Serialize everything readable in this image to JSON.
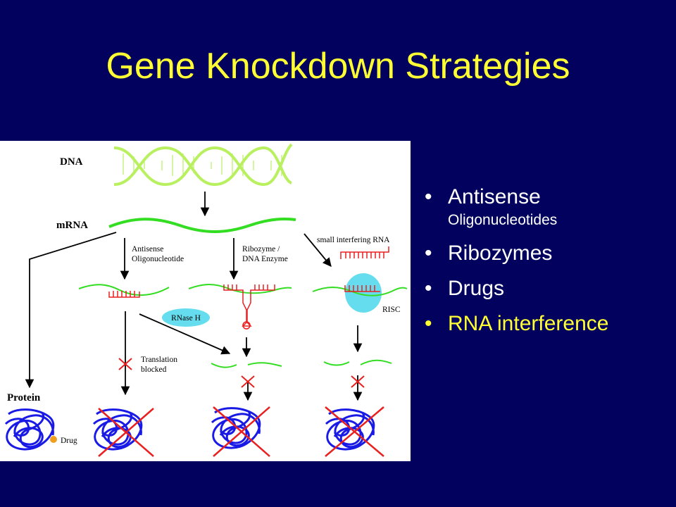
{
  "slide": {
    "title": "Gene Knockdown Strategies",
    "colors": {
      "background": "#02025e",
      "title": "#ffff33",
      "highlight": "#ffff33",
      "dna": "#b8f060",
      "mrna": "#33dd22",
      "oligo": "#e82020",
      "protein": "#1a1ae6",
      "risc": "#66ddee",
      "drug": "#f0a020"
    }
  },
  "bullets": [
    {
      "bullet": "•",
      "main": "Antisense",
      "sub": "Oligonucleotides"
    },
    {
      "bullet": "•",
      "main": "Ribozymes"
    },
    {
      "bullet": "•",
      "main": "Drugs"
    },
    {
      "bullet": "•",
      "main": "RNA interference",
      "highlight": true
    }
  ],
  "figure": {
    "labels": {
      "dna": "DNA",
      "mrna": "mRNA",
      "protein": "Protein",
      "antisense_1": "Antisense",
      "antisense_2": "Oligonucleotide",
      "ribozyme_1": "Ribozyme /",
      "ribozyme_2": "DNA Enzyme",
      "sirna": "small interfering RNA",
      "rnase": "RNase H",
      "risc": "RISC",
      "translation_1": "Translation",
      "translation_2": "blocked",
      "drug": "Drug"
    }
  }
}
